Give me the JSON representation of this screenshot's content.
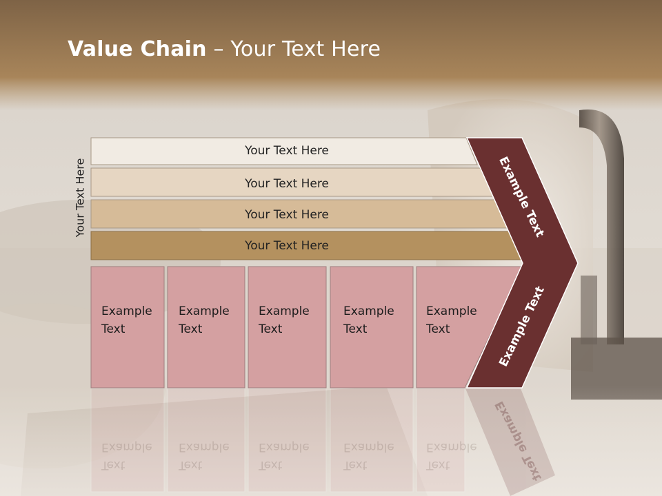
{
  "title": {
    "bold": "Value Chain",
    "rest": " – Your Text Here"
  },
  "side_label": "Your Text Here",
  "bars": [
    {
      "label": "Your Text Here",
      "fill": "#f1ebe3"
    },
    {
      "label": "Your Text Here",
      "fill": "#e6d6c2"
    },
    {
      "label": "Your Text Here",
      "fill": "#d6bb98"
    },
    {
      "label": "Your Text Here",
      "fill": "#b4915f"
    }
  ],
  "boxes": [
    {
      "line1": "Example",
      "line2": "Text"
    },
    {
      "line1": "Example",
      "line2": "Text"
    },
    {
      "line1": "Example",
      "line2": "Text"
    },
    {
      "line1": "Example",
      "line2": "Text"
    },
    {
      "line1": "Example",
      "line2": "Text"
    }
  ],
  "chevron_upper": "Example Text",
  "chevron_lower": "Example Text",
  "colors": {
    "box_fill": "#d4a0a1",
    "chevron_fill": "#6a3030",
    "header_band": "#a07a4c"
  }
}
